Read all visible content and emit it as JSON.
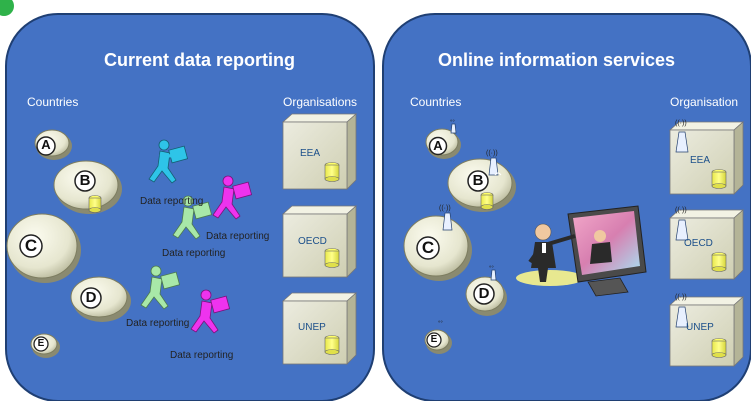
{
  "left_panel": {
    "title": "Current data reporting",
    "countries_label": "Countries",
    "organisations_label": "Organisations",
    "countries": [
      "A",
      "B",
      "C",
      "D",
      "E"
    ],
    "organisations": [
      "EEA",
      "OECD",
      "UNEP"
    ],
    "flow_labels": [
      "Data reporting",
      "Data reporting",
      "Data reporting",
      "Data reporting",
      "Data reporting"
    ]
  },
  "right_panel": {
    "title": "Online information services",
    "countries_label": "Countries",
    "organisations_label": "Organisation",
    "countries": [
      "A",
      "B",
      "C",
      "D",
      "E"
    ],
    "organisations": [
      "EEA",
      "OECD",
      "UNEP"
    ]
  },
  "colors": {
    "panel_fill": "#4472c4",
    "panel_border": "#1f3f73",
    "disc_fill": "#e6e6cf",
    "box_fill": "#dcdcc0",
    "cylinder_fill": "#ffff66",
    "runner_cyan": "#2ec4e8",
    "runner_lightgreen": "#a8e8a8",
    "runner_magenta": "#ee33ee",
    "corner_accent": "#2fb24a"
  }
}
